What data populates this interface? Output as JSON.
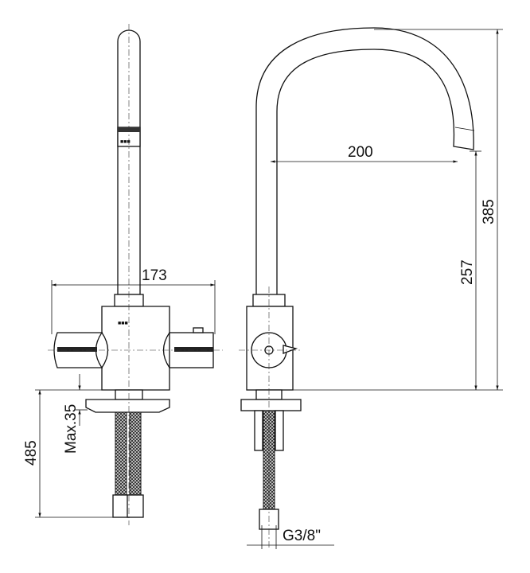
{
  "drawing": {
    "dimensions": {
      "width_front": "173",
      "spout_reach": "200",
      "total_height": "385",
      "spout_height": "257",
      "hose_length": "485",
      "max_deck": "Max.35",
      "thread": "G3/8\""
    },
    "line_color": "#111111"
  }
}
